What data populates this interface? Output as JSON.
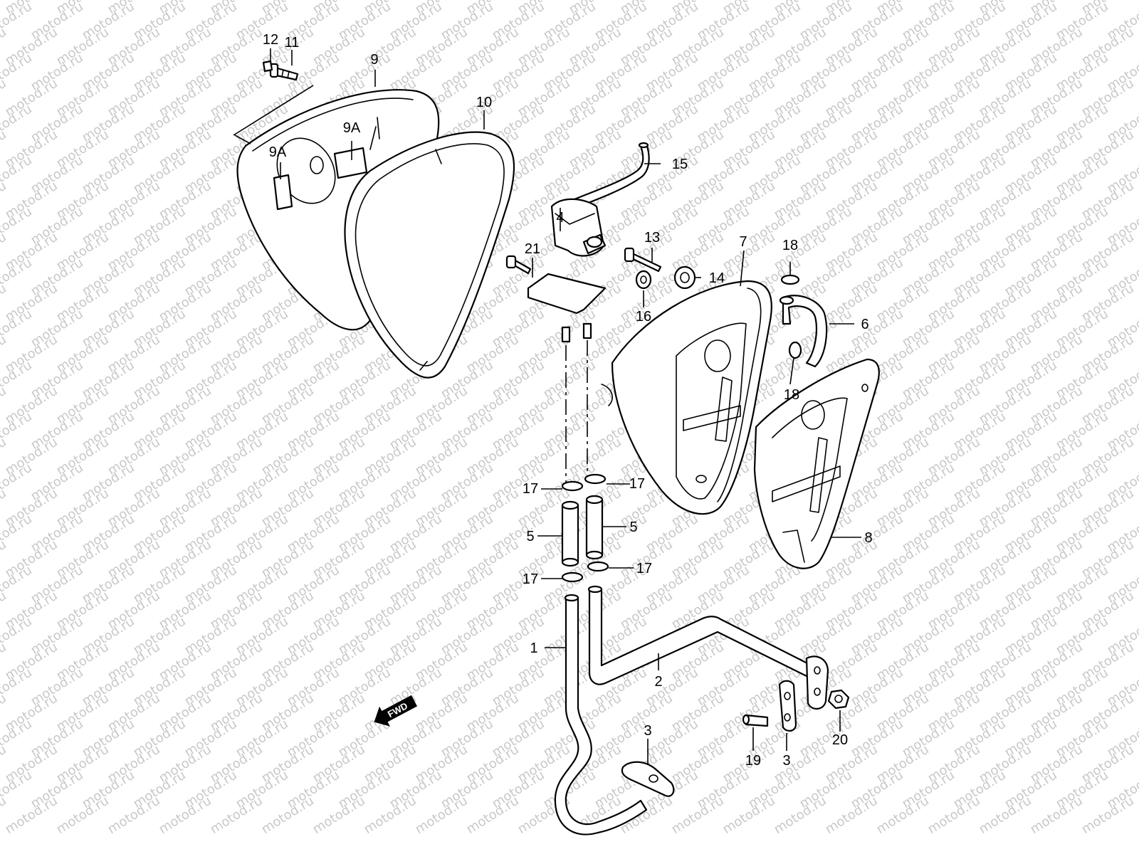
{
  "watermark": "motod.ru",
  "fwd_label": "FWD",
  "labels": {
    "p1": "1",
    "p2": "2",
    "p3a": "3",
    "p3b": "3",
    "p4": "4",
    "p5a": "5",
    "p5b": "5",
    "p6": "6",
    "p7": "7",
    "p8": "8",
    "p9": "9",
    "p9a1": "9A",
    "p9a2": "9A",
    "p10": "10",
    "p11": "11",
    "p12": "12",
    "p13": "13",
    "p14": "14",
    "p15": "15",
    "p16": "16",
    "p17a": "17",
    "p17b": "17",
    "p17c": "17",
    "p17d": "17",
    "p18a": "18",
    "p18b": "18",
    "p19": "19",
    "p20": "20",
    "p21": "21"
  },
  "colors": {
    "line": "#000000",
    "watermark": "#c8c8c8",
    "background": "#ffffff"
  }
}
